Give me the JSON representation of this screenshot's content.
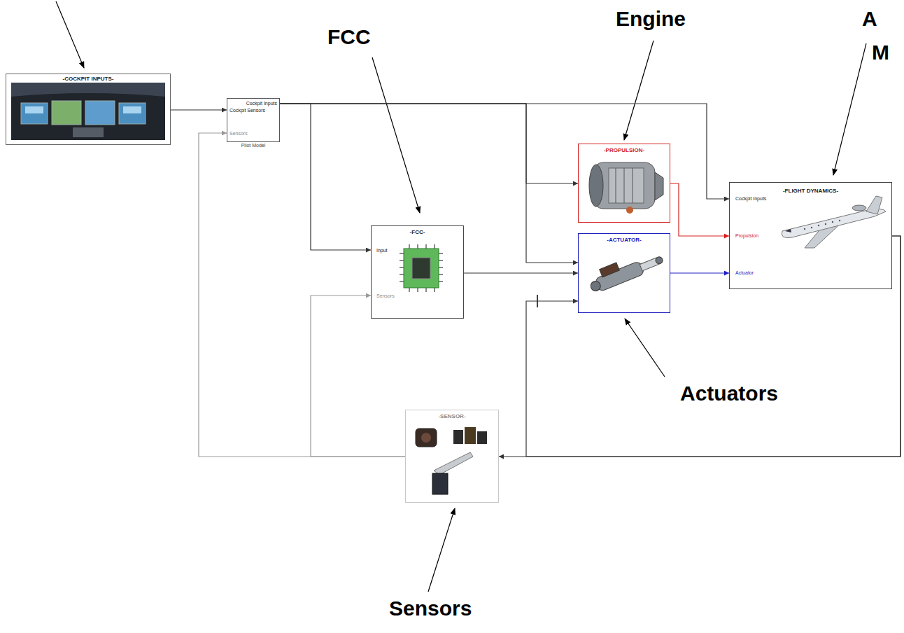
{
  "diagram": {
    "nodes": [
      {
        "text": [
          "-COCKPIT INPUTS-"
        ]
      },
      {
        "text": [
          "Cockpit Sensors",
          "Sensors",
          "Cockpit Inputs",
          "Pilot Model"
        ]
      },
      {
        "text": [
          "-FCC-",
          "Input",
          "Sensors"
        ]
      },
      {
        "text": [
          "-PROPULSION-"
        ]
      },
      {
        "text": [
          "-ACTUATOR-"
        ]
      },
      {
        "text": [
          "-FLIGHT DYNAMICS-",
          "Cockpit Inputs",
          "Propulsion",
          "Actuator"
        ]
      },
      {
        "text": [
          "-SENSOR-"
        ]
      }
    ],
    "edges": [
      {
        "from": 0,
        "to": 1,
        "arrow": "to"
      },
      {
        "from": 1,
        "to": 5,
        "arrow": "to"
      },
      {
        "from": 1,
        "to": 2,
        "arrow": "to"
      },
      {
        "from": 1,
        "to": 3,
        "arrow": "to"
      },
      {
        "from": 1,
        "to": 4,
        "arrow": "to"
      },
      {
        "from": 2,
        "to": 4,
        "arrow": "to"
      },
      {
        "from": 3,
        "to": 5,
        "arrow": "to"
      },
      {
        "from": 4,
        "to": 5,
        "arrow": "to"
      },
      {
        "from": 5,
        "to": 6,
        "arrow": "to"
      },
      {
        "from": 5,
        "to": 4,
        "arrow": "to"
      },
      {
        "from": 6,
        "to": 1,
        "arrow": "to"
      },
      {
        "from": 6,
        "to": 2,
        "arrow": "to"
      }
    ],
    "labels": [
      "FCC",
      "Engine",
      "A",
      "M",
      "Actuators",
      "Sensors"
    ]
  }
}
